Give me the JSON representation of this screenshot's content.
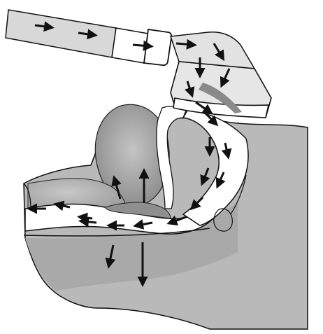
{
  "diagram": {
    "subject": "cpap-airflow-through-nasal-mask-into-airway",
    "labels": [],
    "colors": {
      "background": "#ffffff",
      "tissue": "#b7b7b7",
      "tissue_dark": "#8f8f8f",
      "airway": "#ffffff",
      "tube": "#d6d6d6",
      "outline": "#111111",
      "arrow": "#111111"
    },
    "arrow_groups": {
      "hose_flow": 3,
      "mask_flow": 6,
      "pharynx_flow": 8,
      "oral_flow": 5,
      "up_toward_nose": 2,
      "down_into_trachea": 2
    }
  }
}
